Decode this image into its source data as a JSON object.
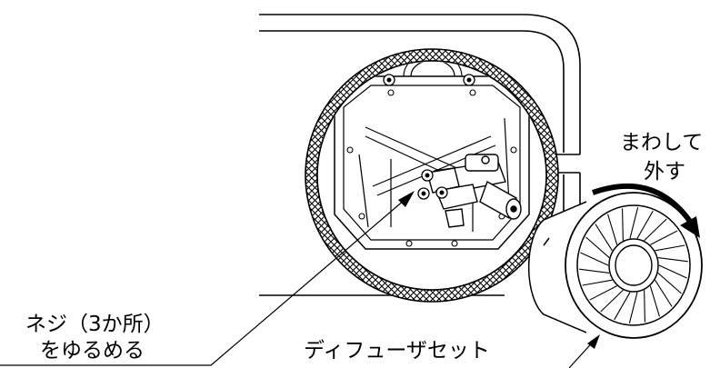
{
  "labels": {
    "screws_line1": "ネジ（3か所）",
    "screws_line2": "をゆるめる",
    "turn_line1": "まわして",
    "turn_line2": "外す",
    "diffuser_set": "ディフューザセット"
  },
  "colors": {
    "line": "#000000",
    "background": "#ffffff"
  }
}
